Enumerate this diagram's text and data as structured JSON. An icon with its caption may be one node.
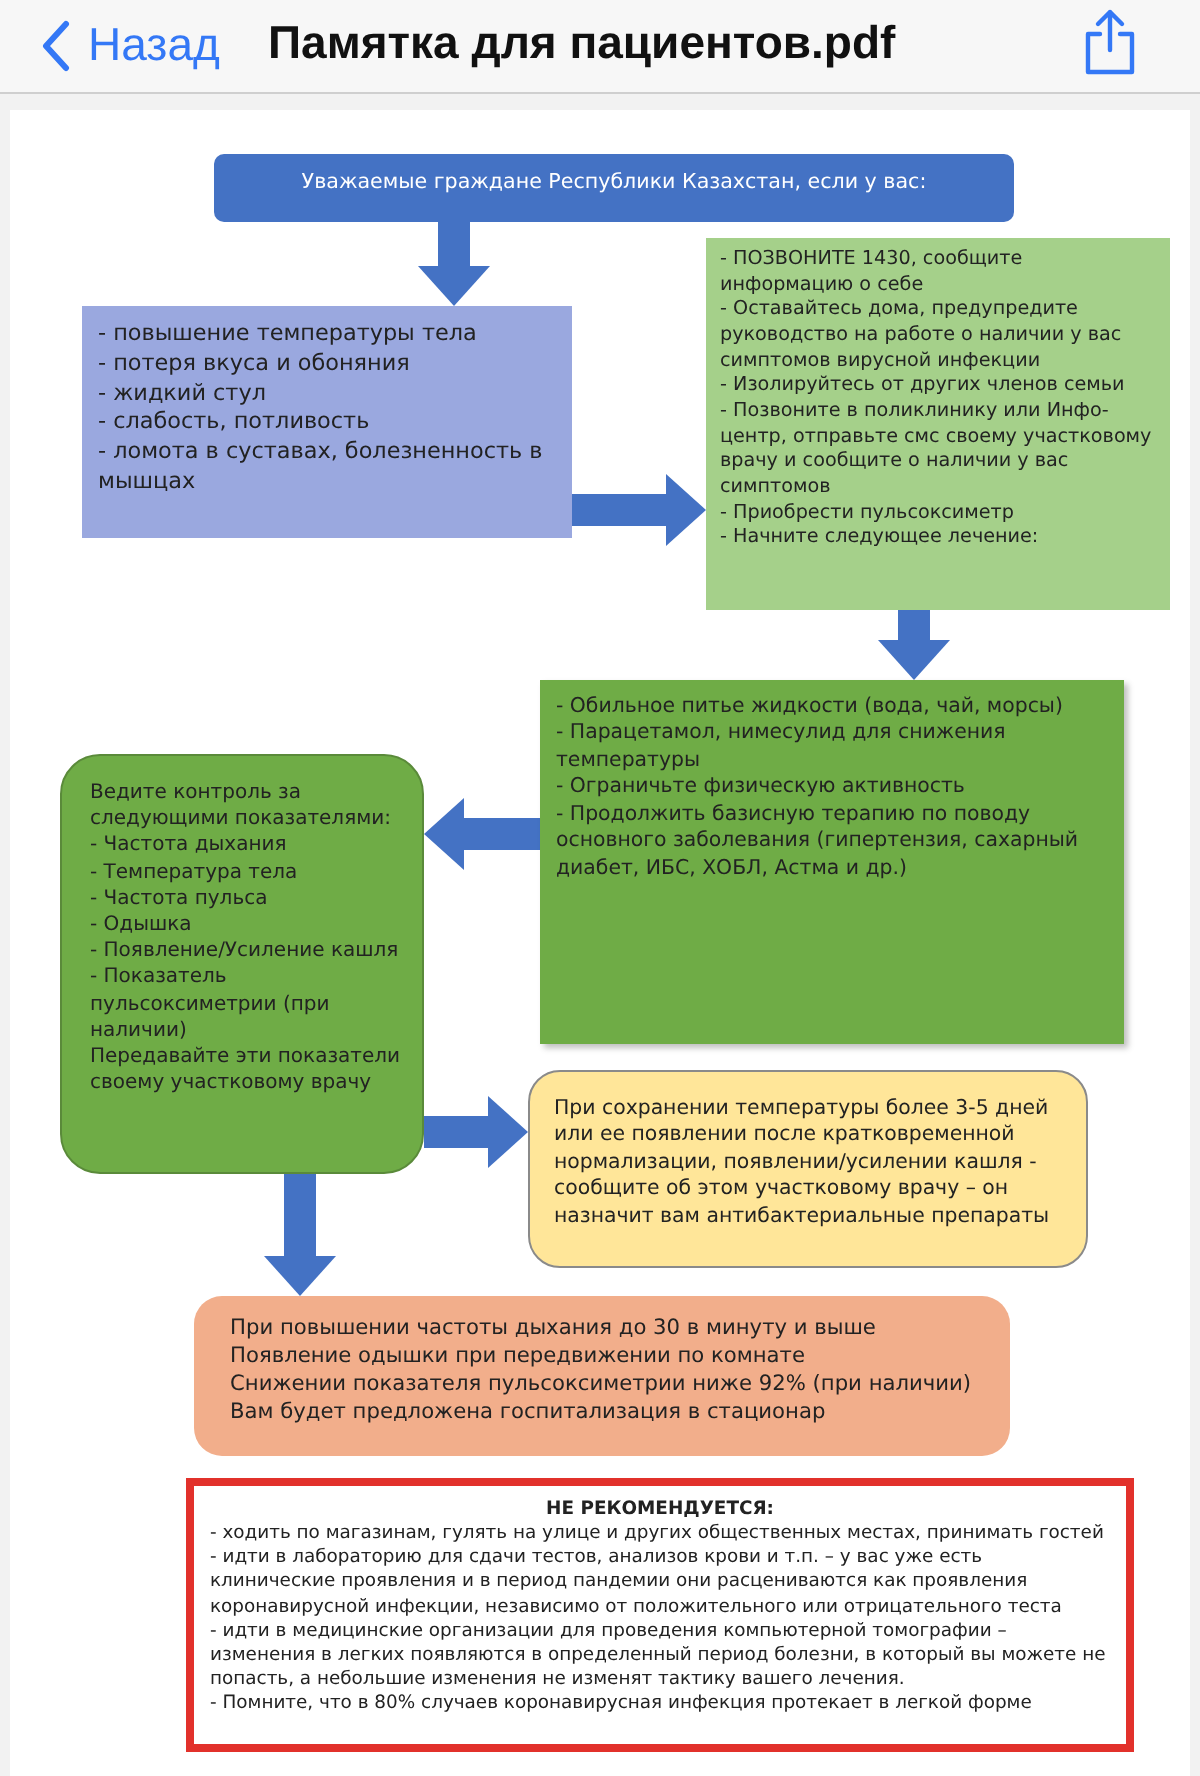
{
  "diagram": {
    "title": "Памятка для пациентов.pdf",
    "nodes": [
      {
        "text": [
          "Уважаемые граждане Республики Казахстан, если у вас:"
        ]
      },
      {
        "text": [
          "- повышение температуры тела",
          "- потеря вкуса и обоняния",
          "- жидкий стул",
          "- слабость, потливость",
          "- ломота в суставах, болезненность в мышцах"
        ]
      },
      {
        "text": [
          "- ПОЗВОНИТЕ 1430, сообщите информацию о себе",
          "- Оставайтесь дома, предупредите руководство на работе о наличии у вас симптомов вирусной инфекции",
          "- Изолируйтесь от других членов семьи",
          "- Позвоните в поликлинику или Инфо-центр, отправьте смс своему участковому врачу и сообщите о наличии у вас симптомов",
          "- Приобрести пульсоксиметр",
          "- Начните следующее лечение:"
        ]
      },
      {
        "text": [
          "- Обильное питье жидкости (вода, чай, морсы)",
          "- Парацетамол, нимесулид для снижения температуры",
          "- Ограничьте физическую активность",
          "- Продолжить базисную терапию по поводу основного заболевания (гипертензия, сахарный диабет, ИБС, ХОБЛ, Астма и др.)"
        ]
      },
      {
        "text": [
          "Ведите контроль за следующими показателями:",
          "- Частота дыхания",
          "- Температура тела",
          "- Частота пульса",
          "- Одышка",
          "- Появление/Усиление кашля",
          "- Показатель пульсоксиметрии (при наличии)",
          "Передавайте эти показатели своему участковому врачу"
        ]
      },
      {
        "text": [
          "При сохранении температуры более 3-5 дней или ее появлении после кратковременной нормализации, появлении/усилении кашля - сообщите об этом участковому врачу – он назначит вам антибактериальные препараты"
        ]
      },
      {
        "text": [
          "При повышении частоты дыхания до 30 в минуту и выше",
          "Появление одышки при передвижении по комнате",
          "Снижении показателя пульсоксиметрии ниже 92% (при наличии)",
          "Вам будет предложена госпитализация в стационар"
        ]
      },
      {
        "text": [
          "НЕ РЕКОМЕНДУЕТСЯ:",
          "- ходить по магазинам, гулять на улице и других общественных местах, принимать гостей",
          "- идти в лабораторию для сдачи тестов, анализов крови и т.п. – у вас уже есть клинические проявления и в период пандемии они расцениваются как проявления коронавирусной инфекции, независимо от положительного или отрицательного теста",
          "- идти в медицинские организации для проведения компьютерной томографии – изменения в легких появляются в определенный период болезни, в который вы можете не попасть, а небольшие изменения не изменят тактику вашего лечения.",
          "- Помните, что в 80% случаев коронавирусная инфекция протекает в легкой форме"
        ]
      }
    ],
    "edges": [
      {
        "from": 0,
        "to": 1,
        "arrow": "to"
      },
      {
        "from": 1,
        "to": 2,
        "arrow": "to"
      },
      {
        "from": 2,
        "to": 3,
        "arrow": "to"
      },
      {
        "from": 3,
        "to": 4,
        "arrow": "to"
      },
      {
        "from": 4,
        "to": 5,
        "arrow": "to"
      },
      {
        "from": 4,
        "to": 6,
        "arrow": "to"
      }
    ],
    "labels": [
      "Назад"
    ]
  }
}
